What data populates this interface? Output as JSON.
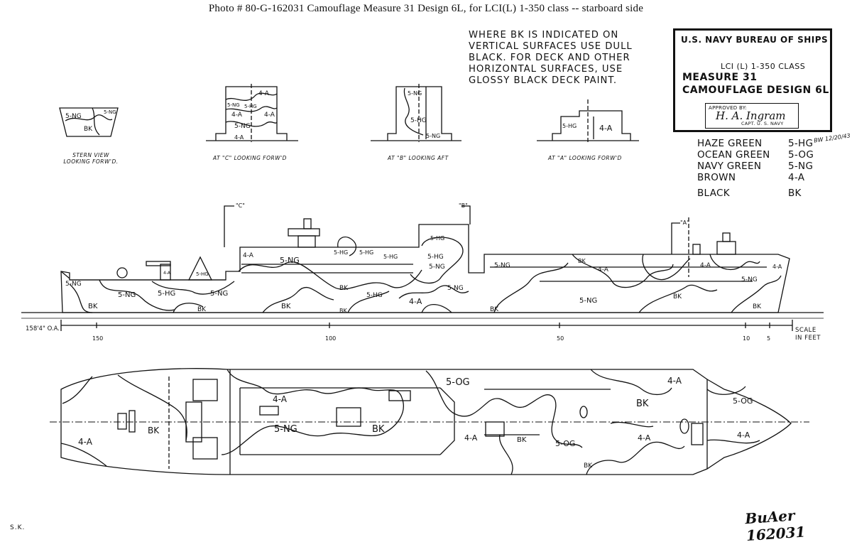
{
  "caption": "Photo #  80-G-162031      Camouflage Measure 31 Design 6L, for LCI(L) 1-350 class -- starboard side",
  "note": [
    "WHERE BK IS INDICATED ON",
    "VERTICAL SURFACES USE DULL",
    "BLACK. FOR DECK AND OTHER",
    "HORIZONTAL SURFACES, USE",
    "GLOSSY BLACK DECK PAINT."
  ],
  "title_block": {
    "org": "U.S. NAVY   BUREAU OF SHIPS",
    "ship_class": "LCI (L)  1-350 CLASS",
    "measure": "MEASURE 31",
    "design": "CAMOUFLAGE  DESIGN 6L",
    "approved_by": "APPROVED BY:",
    "signature": "H. A. Ingram",
    "rank": "CAPT. U. S. NAVY"
  },
  "legend": [
    {
      "name": "HAZE GREEN",
      "code": "5-HG"
    },
    {
      "name": "OCEAN GREEN",
      "code": "5-OG"
    },
    {
      "name": "NAVY GREEN",
      "code": "5-NG"
    },
    {
      "name": "BROWN",
      "code": "4-A"
    },
    {
      "name": "BLACK",
      "code": "BK"
    }
  ],
  "initials": "BW 12/20/43",
  "views": [
    {
      "id": "stern",
      "caption": [
        "STERN VIEW",
        "LOOKING FORW'D."
      ]
    },
    {
      "id": "c",
      "caption": [
        "AT \"C\" LOOKING FORW'D"
      ]
    },
    {
      "id": "b",
      "caption": [
        "AT \"B\" LOOKING AFT"
      ]
    },
    {
      "id": "a",
      "caption": [
        "AT \"A\" LOOKING FORW'D"
      ]
    }
  ],
  "section_marks": [
    "\"C\"",
    "\"B\"",
    "\"A\""
  ],
  "overall_length": "158'4\" O.A.",
  "scale": {
    "label": [
      "SCALE",
      "IN FEET"
    ],
    "ticks": [
      "150",
      "100",
      "50",
      "10",
      "5"
    ]
  },
  "profile_labels": [
    "5-NG",
    "5-NG",
    "5-HG",
    "5-NG",
    "BK",
    "BK",
    "BK",
    "BK",
    "5-HG",
    "4-A",
    "5-NG",
    "5-HG",
    "5-NG",
    "5-HG",
    "5-HG",
    "5-HG",
    "5-NG",
    "5-HG",
    "4-A",
    "BK",
    "5-NG",
    "4-A",
    "BK",
    "5-NG",
    "BK",
    "4-A",
    "5-NG",
    "4-A",
    "BK",
    "BK",
    "4-A",
    "5-HG"
  ],
  "plan_labels": [
    "4-A",
    "BK",
    "4-A",
    "5-NG",
    "BK",
    "5-OG",
    "4-A",
    "BK",
    "4-A",
    "BK",
    "5-OG",
    "4-A",
    "BK",
    "5-OG",
    "4-A"
  ],
  "stern_labels": [
    "5-NG",
    "5-NG",
    "BK"
  ],
  "c_labels": [
    "4-A",
    "5-HG",
    "5-NG",
    "4-A",
    "4-A",
    "5-NG",
    "4-A"
  ],
  "b_labels": [
    "5-NG",
    "5-HG",
    "5-NG"
  ],
  "a_labels": [
    "5-HG",
    "4-A"
  ],
  "drafter": "S.K.",
  "drawing_no": "BuAer 162031"
}
